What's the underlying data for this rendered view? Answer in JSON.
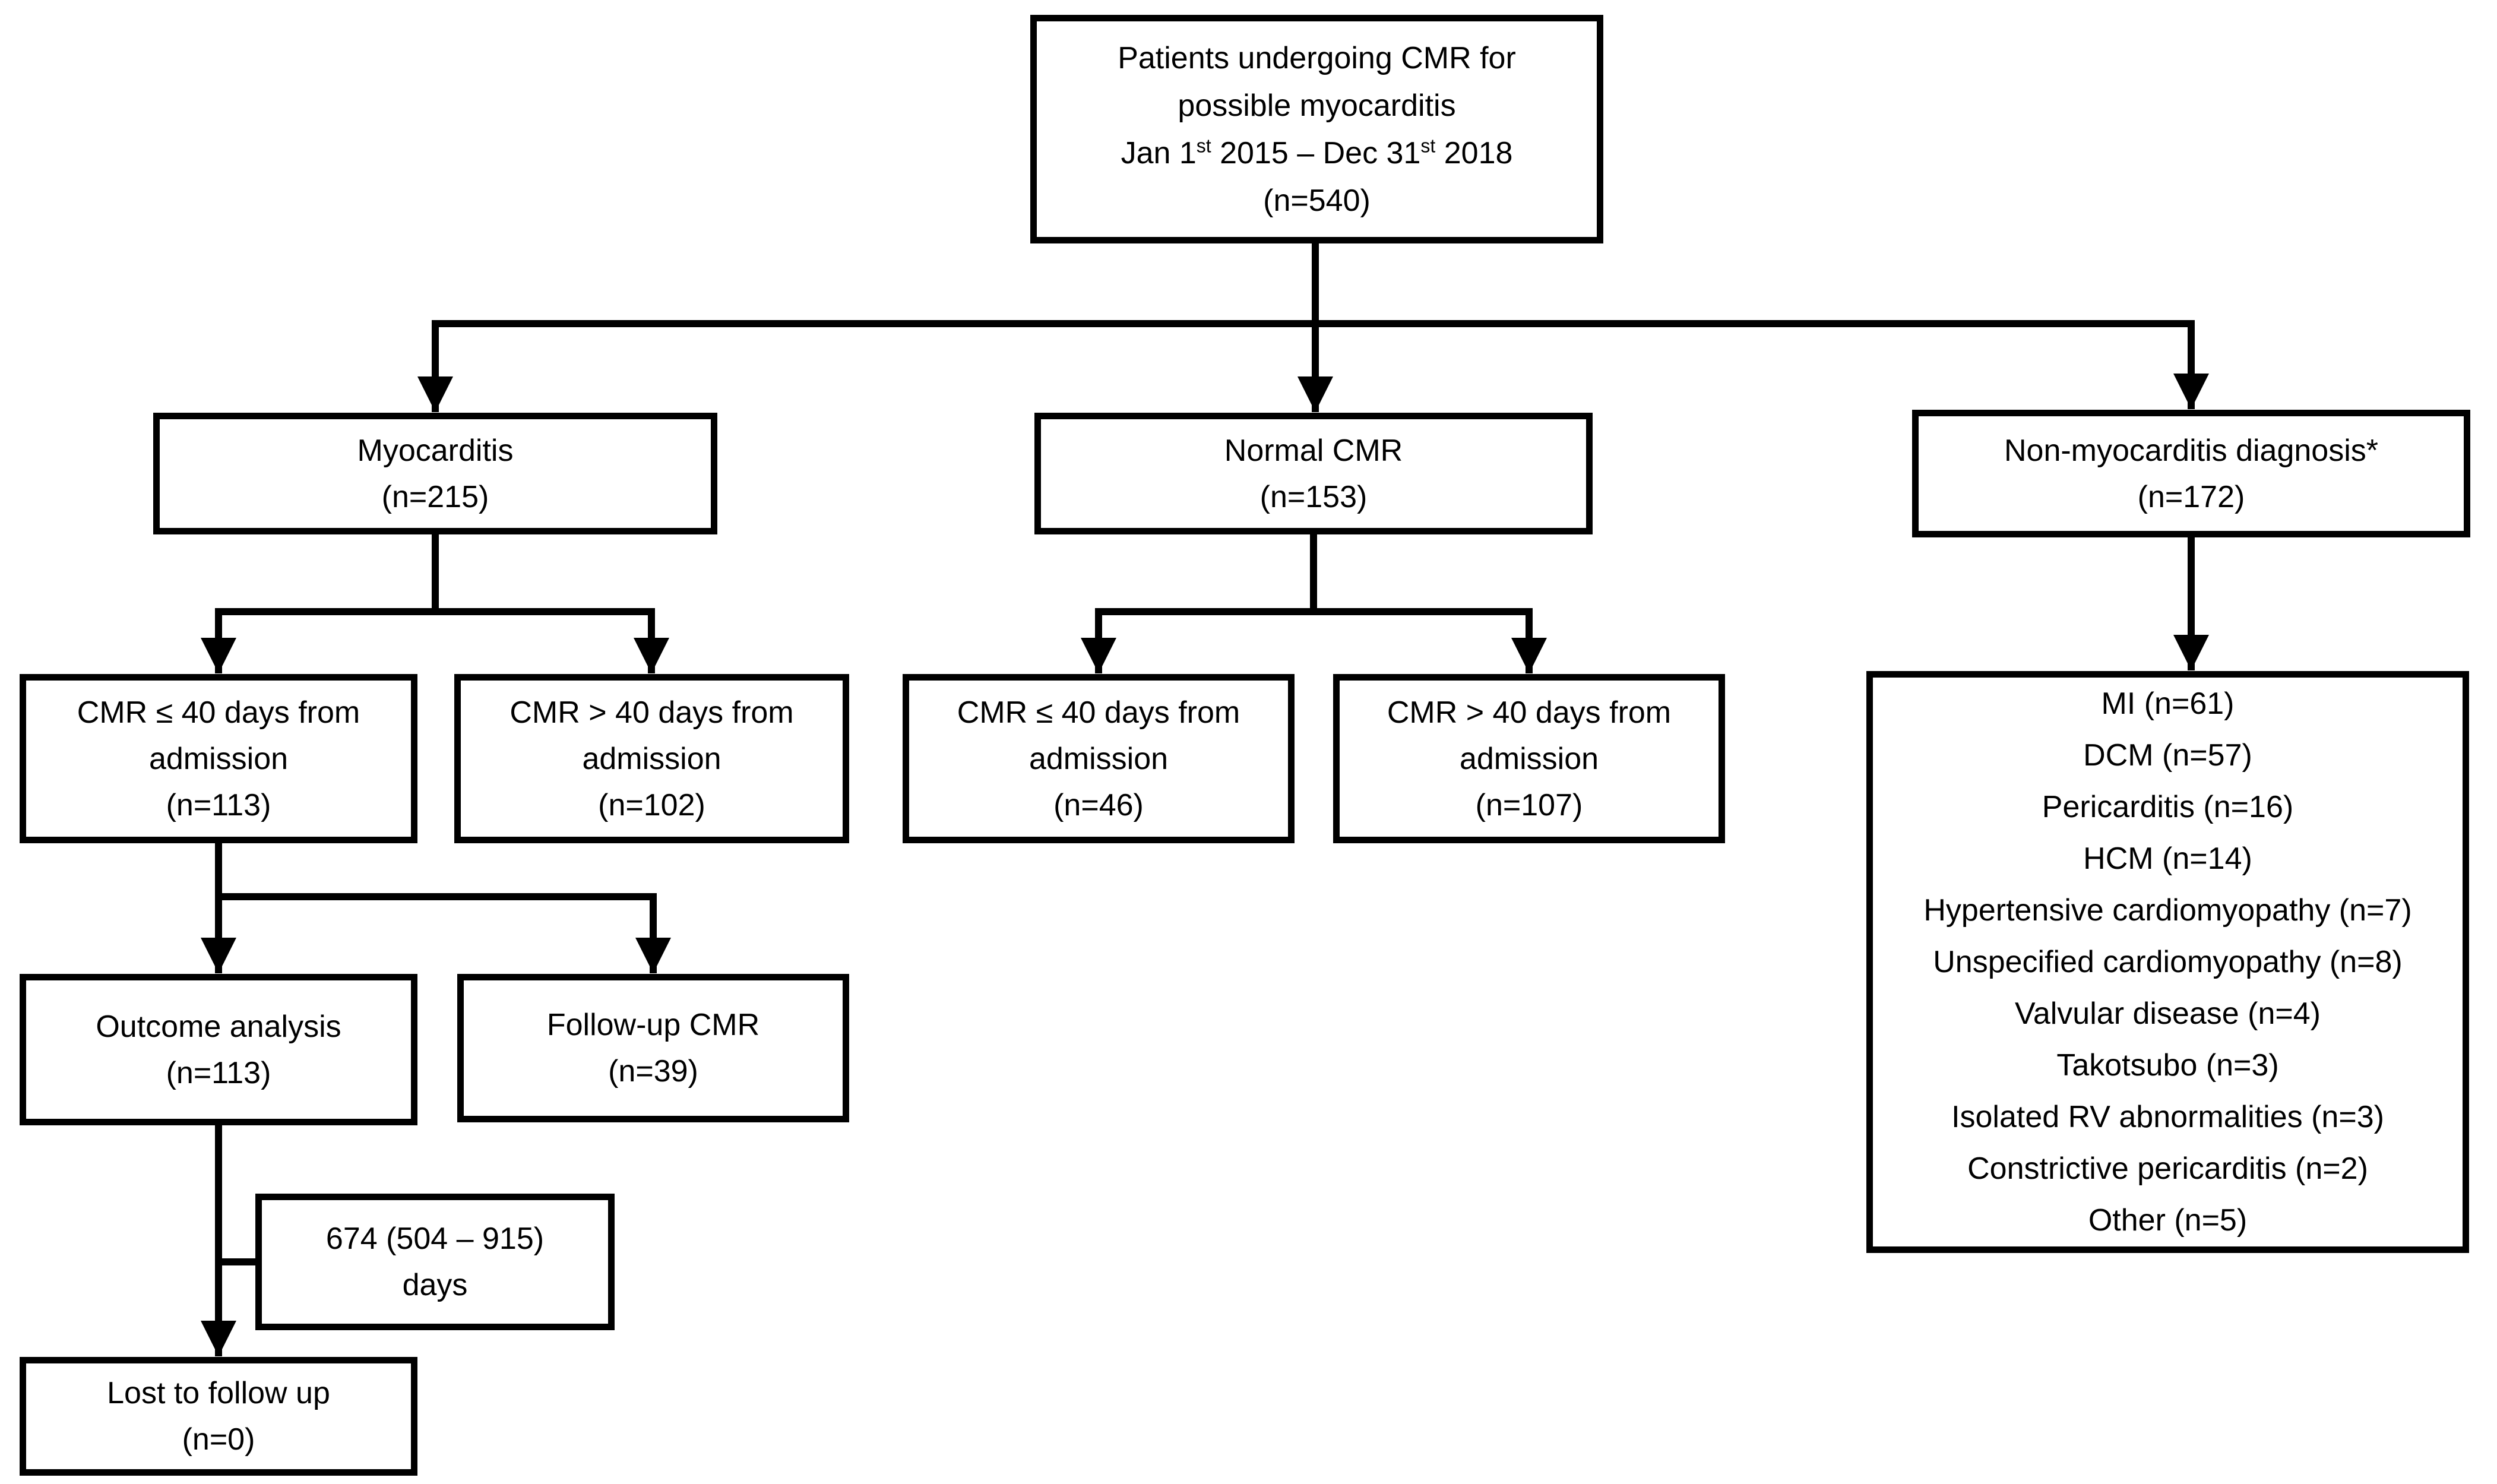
{
  "colors": {
    "line": "#000000",
    "background": "#ffffff",
    "text": "#000000"
  },
  "diagram": {
    "root": {
      "line1": "Patients undergoing CMR for",
      "line2": "possible myocarditis",
      "date": {
        "p1": "Jan 1",
        "s1": "st",
        "p2": " 2015 – Dec 31",
        "s2": "st",
        "p3": " 2018"
      },
      "n": "(n=540)"
    },
    "myocarditis": {
      "line1": "Myocarditis",
      "n": "(n=215)"
    },
    "normal_cmr": {
      "line1": "Normal CMR",
      "n": "(n=153)"
    },
    "non_myocarditis": {
      "line1": "Non-myocarditis diagnosis*",
      "n": "(n=172)"
    },
    "myo_early": {
      "line1": "CMR ≤ 40 days from",
      "line2": "admission",
      "n": "(n=113)"
    },
    "myo_late": {
      "line1": "CMR > 40 days from",
      "line2": "admission",
      "n": "(n=102)"
    },
    "normal_early": {
      "line1": "CMR ≤ 40 days from",
      "line2": "admission",
      "n": "(n=46)"
    },
    "normal_late": {
      "line1": "CMR > 40 days from",
      "line2": "admission",
      "n": "(n=107)"
    },
    "outcome": {
      "line1": "Outcome analysis",
      "n": "(n=113)"
    },
    "followup": {
      "line1": "Follow-up CMR",
      "n": "(n=39)"
    },
    "duration": {
      "line1": "674 (504 – 915)",
      "line2": "days"
    },
    "lost": {
      "line1": "Lost to follow up",
      "n": "(n=0)"
    },
    "diagnoses": [
      "MI (n=61)",
      "DCM (n=57)",
      "Pericarditis (n=16)",
      "HCM (n=14)",
      "Hypertensive cardiomyopathy (n=7)",
      "Unspecified cardiomyopathy (n=8)",
      "Valvular disease (n=4)",
      "Takotsubo (n=3)",
      "Isolated RV abnormalities (n=3)",
      "Constrictive pericarditis (n=2)",
      "Other (n=5)"
    ]
  }
}
